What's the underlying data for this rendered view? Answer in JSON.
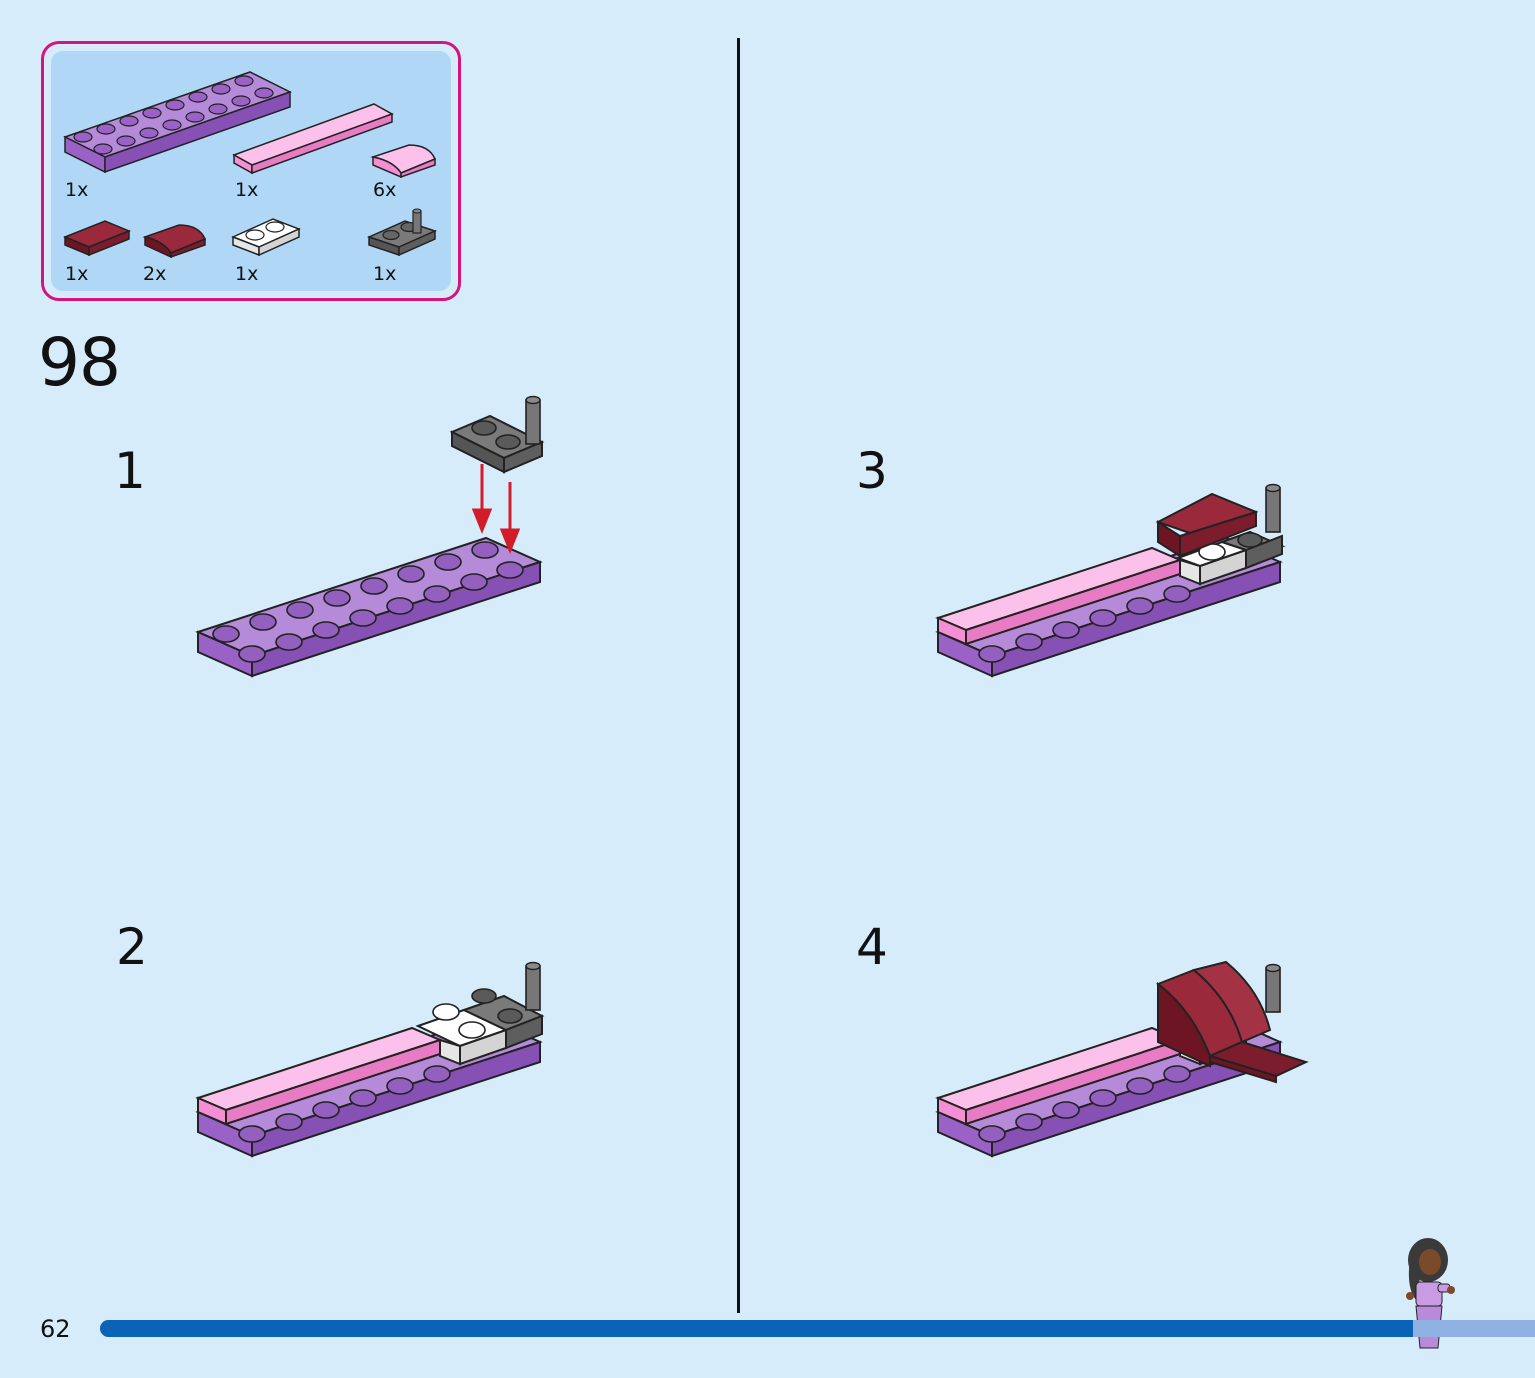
{
  "parts": [
    {
      "name": "purple-plate-2x8",
      "qty": "1x"
    },
    {
      "name": "pink-tile-1x6",
      "qty": "1x"
    },
    {
      "name": "pink-curved-slope",
      "qty": "6x"
    },
    {
      "name": "dark-red-tile-1x2",
      "qty": "1x"
    },
    {
      "name": "dark-red-curved-slope",
      "qty": "2x"
    },
    {
      "name": "white-plate-1x2",
      "qty": "1x"
    },
    {
      "name": "grey-plate-with-bar",
      "qty": "1x"
    }
  ],
  "step_number": "98",
  "substeps": [
    "1",
    "2",
    "3",
    "4"
  ],
  "page_number": "62",
  "progress": 0.915,
  "colors": {
    "background": "#d6ecfb",
    "parts_frame": "#d4157a",
    "purple": "#a673cf",
    "pink": "#f9aee3",
    "dark_red": "#8a2233",
    "grey": "#6b6b6b",
    "arrow": "#d11c2a",
    "progress_fill": "#0a63b7"
  }
}
